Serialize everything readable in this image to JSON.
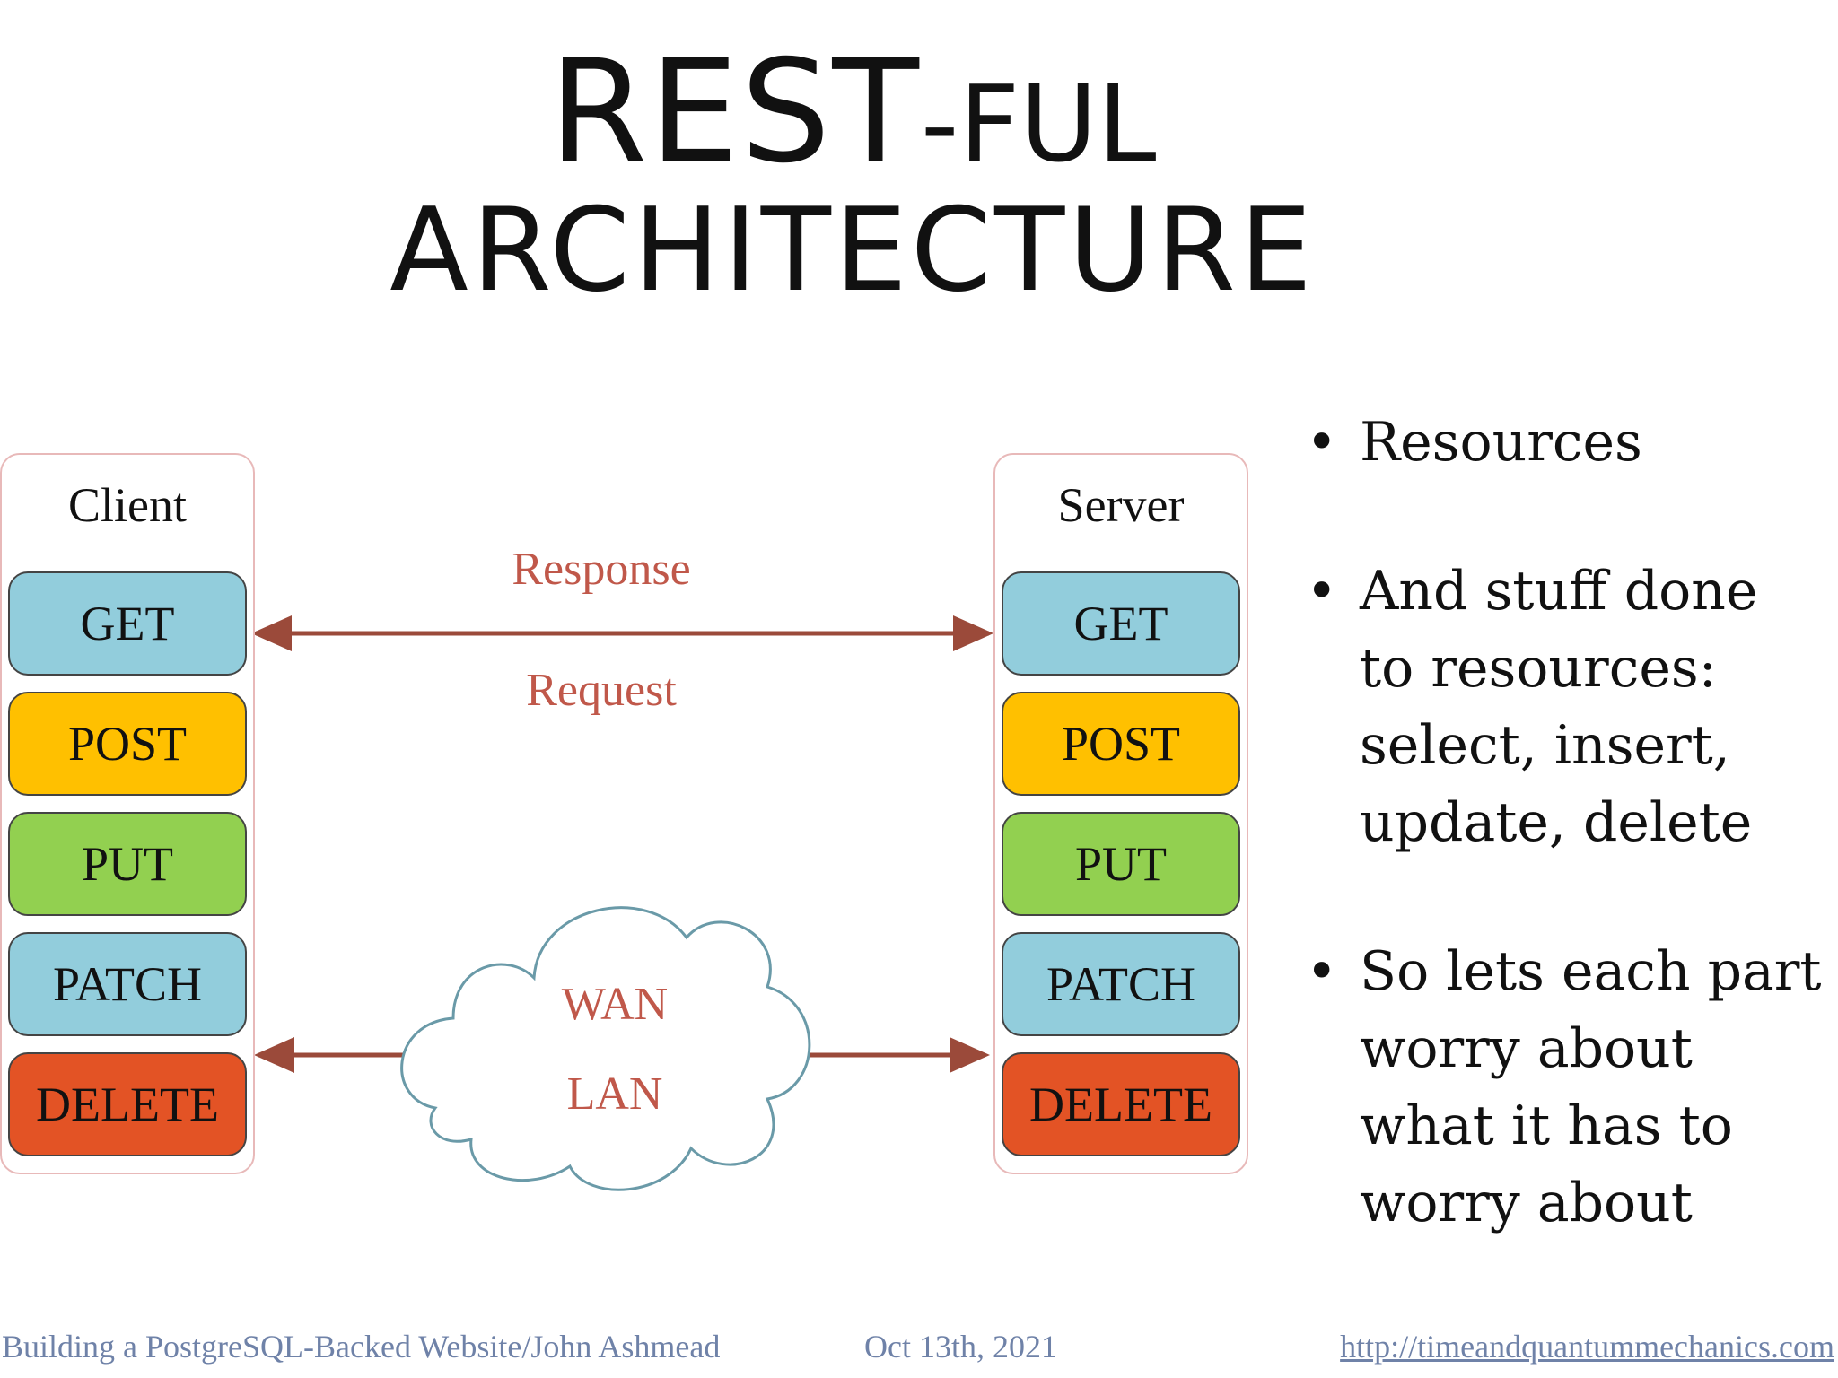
{
  "slide": {
    "title_line1_main": "REST",
    "title_line1_rest": "-FUL",
    "title_line2": "ARCHITECTURE"
  },
  "diagram": {
    "client_label": "Client",
    "server_label": "Server",
    "methods": [
      "GET",
      "POST",
      "PUT",
      "PATCH",
      "DELETE"
    ],
    "response_label": "Response",
    "request_label": "Request",
    "wan_label": "WAN",
    "lan_label": "LAN",
    "colors": {
      "get": "#92cddc",
      "post": "#ffc000",
      "put": "#92d050",
      "patch": "#92cddc",
      "delete": "#e35325",
      "arrow": "#9b4a3a",
      "label": "#c0584a"
    }
  },
  "bullets": [
    "Resources",
    "And stuff done to resources: select, insert, update, delete",
    "So lets each part worry about what it has to worry about"
  ],
  "footer": {
    "left": "Building a PostgreSQL-Backed Website/John Ashmead",
    "date": "Oct 13th, 2021",
    "url": "http://timeandquantummechanics.com"
  }
}
